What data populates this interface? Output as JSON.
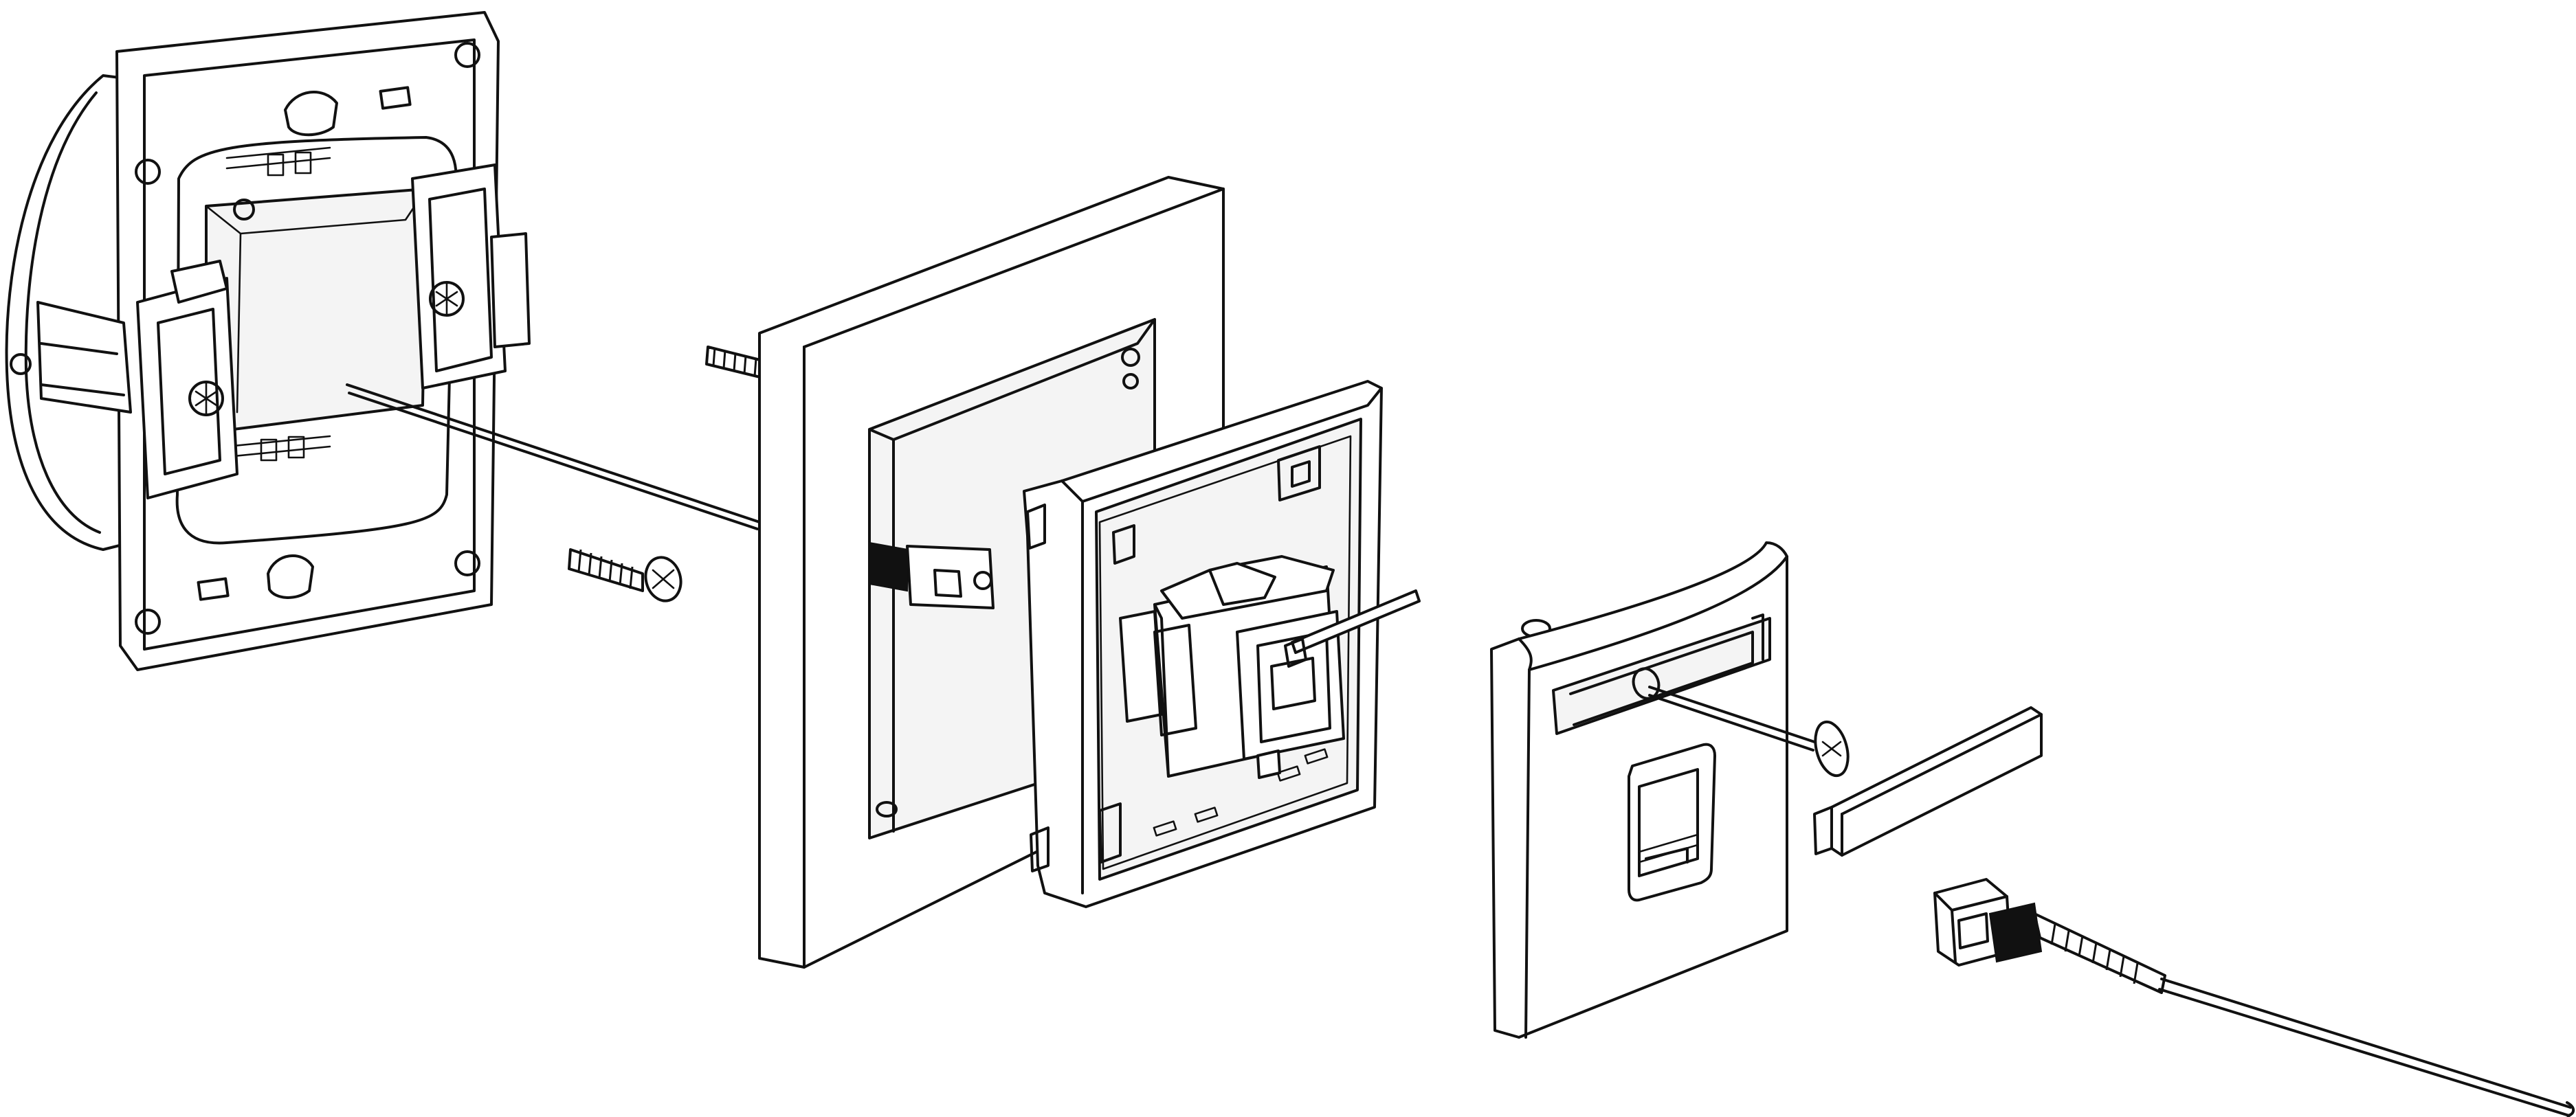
{
  "figure": {
    "kind": "exploded-assembly-line-drawing",
    "colors": {
      "line": "#111111",
      "background": "#ffffff",
      "surface": "#f4f4f4"
    },
    "components": [
      "mounting-frame-with-claws",
      "claw-screw",
      "fixing-screw",
      "cover-frame",
      "inner-frame",
      "fibre-optic-adapter-module",
      "central-cover-plate",
      "cover-plate-screw",
      "label-cover",
      "patch-cord-connector"
    ]
  }
}
